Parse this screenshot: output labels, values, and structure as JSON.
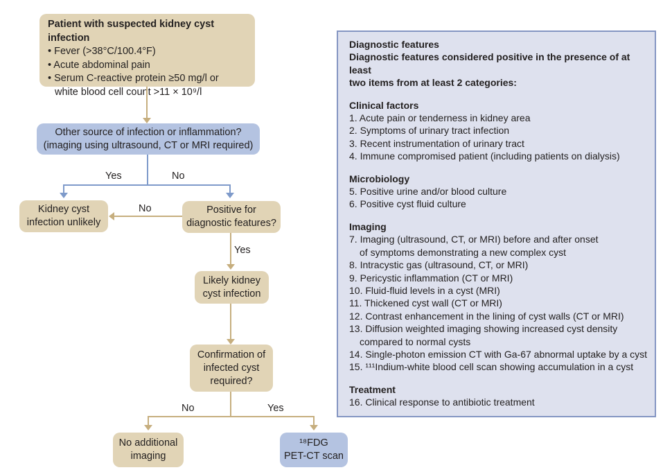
{
  "colors": {
    "tan_box": "#e1d4b6",
    "tan_line": "#c6ae7e",
    "blue_box": "#b4c3e1",
    "blue_line": "#7e9aca",
    "panel_bg": "#dee1ee",
    "panel_border": "#8495c2",
    "text": "#232020"
  },
  "flow": {
    "box1": {
      "title": "Patient with suspected kidney cyst infection",
      "bullets": [
        "• Fever (>38°C/100.4°F)",
        "• Acute abdominal pain",
        "• Serum C-reactive protein ≥50 mg/l or\nwhite blood cell count >11 × 10⁹/l"
      ]
    },
    "box2": {
      "text": "Other source of infection or inflammation?\n(imaging using ultrasound, CT or MRI required)"
    },
    "box3": {
      "text": "Kidney cyst\ninfection unlikely"
    },
    "box4": {
      "text": "Positive for\ndiagnostic features?"
    },
    "box5": {
      "text": "Likely kidney\ncyst infection"
    },
    "box6": {
      "text": "Confirmation of\ninfected cyst\nrequired?"
    },
    "box7": {
      "text": "No additional\nimaging"
    },
    "box8": {
      "text": "¹⁸FDG\nPET-CT scan"
    },
    "labels": {
      "branch1_yes": "Yes",
      "branch1_no": "No",
      "no_to_unlikely": "No",
      "yes_to_likely": "Yes",
      "branch2_no": "No",
      "branch2_yes": "Yes"
    }
  },
  "panel": {
    "title": "Diagnostic features",
    "intro": "Diagnostic features considered positive in the presence of at least\ntwo items from at least 2 categories:",
    "sections": [
      {
        "heading": "Clinical factors",
        "items": [
          "1. Acute pain or tenderness in kidney area",
          "2. Symptoms of urinary tract infection",
          "3. Recent instrumentation of urinary tract",
          "4. Immune compromised patient (including patients on dialysis)"
        ]
      },
      {
        "heading": "Microbiology",
        "items": [
          "5. Positive urine and/or blood culture",
          "6. Positive cyst fluid culture"
        ]
      },
      {
        "heading": "Imaging",
        "items": [
          "7. Imaging (ultrasound, CT, or MRI) before and after onset\nof symptoms demonstrating a new complex cyst",
          "8. Intracystic gas (ultrasound, CT, or MRI)",
          "9. Pericystic inflammation (CT or MRI)",
          "10. Fluid-fluid levels in a cyst (MRI)",
          "11. Thickened cyst wall (CT or MRI)",
          "12. Contrast enhancement in the lining of cyst walls (CT or MRI)",
          "13. Diffusion weighted imaging showing increased cyst density\ncompared to normal cysts",
          "14. Single-photon emission CT with Ga-67 abnormal uptake by a cyst",
          "15. ¹¹¹Indium-white blood cell scan showing accumulation in a cyst"
        ]
      },
      {
        "heading": "Treatment",
        "items": [
          "16. Clinical response to antibiotic treatment"
        ]
      }
    ]
  }
}
